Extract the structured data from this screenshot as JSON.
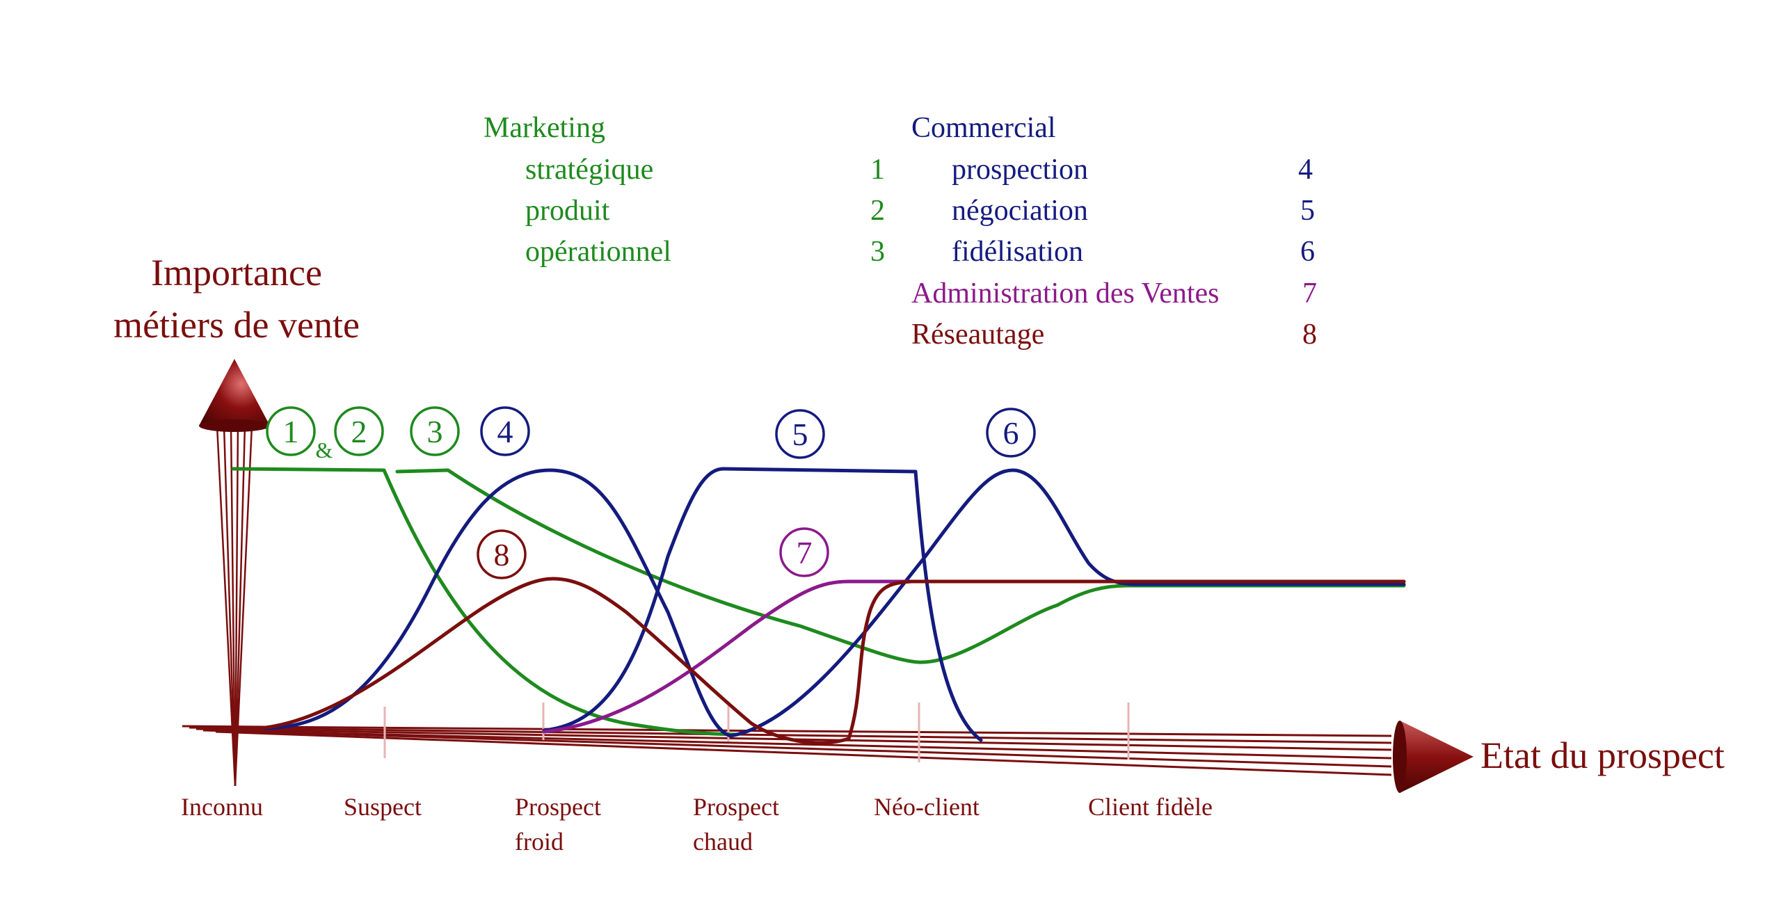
{
  "colors": {
    "marketing": "#1e8a1e",
    "commercial": "#141b7e",
    "adv": "#8b1a8b",
    "network": "#7a0e0e",
    "axis": "#7a0e0e"
  },
  "legend": {
    "marketing": {
      "heading": "Marketing",
      "items": [
        {
          "label": "stratégique",
          "num": "1"
        },
        {
          "label": "produit",
          "num": "2"
        },
        {
          "label": "opérationnel",
          "num": "3"
        }
      ]
    },
    "commercial": {
      "heading": "Commercial",
      "items": [
        {
          "label": "prospection",
          "num": "4"
        },
        {
          "label": "négociation",
          "num": "5"
        },
        {
          "label": "fidélisation",
          "num": "6"
        }
      ]
    },
    "adv": {
      "label": "Administration des Ventes",
      "num": "7"
    },
    "network": {
      "label": "Réseautage",
      "num": "8"
    }
  },
  "axes": {
    "y_title_line1": "Importance",
    "y_title_line2": "métiers de vente",
    "x_title": "Etat du prospect"
  },
  "stages": [
    {
      "line1": "Inconnu",
      "line2": ""
    },
    {
      "line1": "Suspect",
      "line2": ""
    },
    {
      "line1": "Prospect",
      "line2": "froid"
    },
    {
      "line1": "Prospect",
      "line2": "chaud"
    },
    {
      "line1": "Néo-client",
      "line2": ""
    },
    {
      "line1": "Client fidèle",
      "line2": ""
    }
  ],
  "markers": {
    "m1": "1",
    "amp": "&",
    "m2": "2",
    "m3": "3",
    "m4": "4",
    "m5": "5",
    "m6": "6",
    "m7": "7",
    "m8": "8"
  }
}
